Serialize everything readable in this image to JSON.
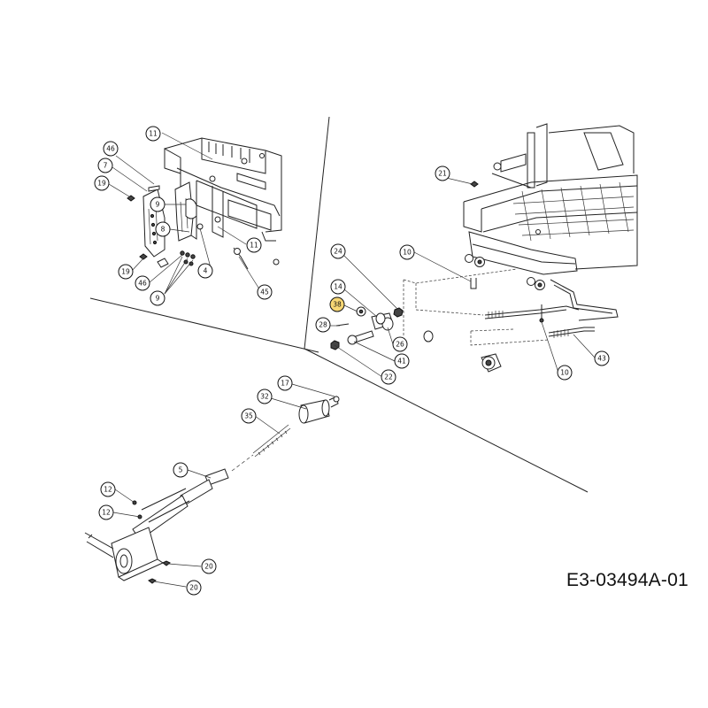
{
  "drawing_code": "E3-03494A-01",
  "highlight_color": "#f7d774",
  "callouts": {
    "topleft": [
      "46",
      "11",
      "7",
      "19",
      "9",
      "8",
      "11",
      "19",
      "46",
      "4",
      "9",
      "45"
    ],
    "right": [
      "21",
      "24",
      "10",
      "14",
      "38",
      "28",
      "26",
      "41",
      "22",
      "43",
      "10"
    ],
    "bottom": [
      "17",
      "32",
      "35",
      "5",
      "12",
      "12",
      "20",
      "20"
    ]
  }
}
